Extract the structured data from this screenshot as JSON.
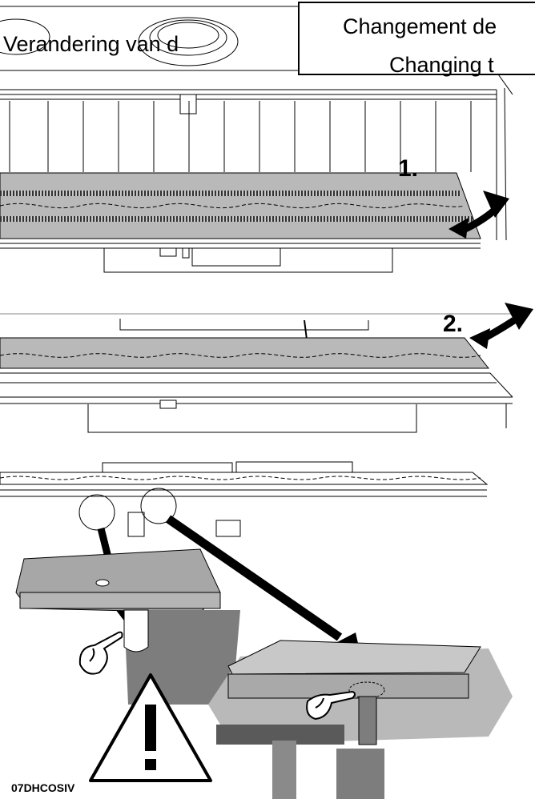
{
  "title": {
    "fr": "Changement de",
    "nl": "Verandering van d",
    "en": "Changing t"
  },
  "steps": {
    "step1": "1.",
    "step2": "2."
  },
  "reference_code": "07DHCOSIV",
  "icons": [
    "warning-icon",
    "pointing-hand-icon",
    "curved-arrow-icon"
  ],
  "colors": {
    "plate_grey": "#b9b9b9",
    "detail_grey": "#a7a7a7",
    "dark_grey": "#7d7d7d",
    "line": "#000000"
  }
}
